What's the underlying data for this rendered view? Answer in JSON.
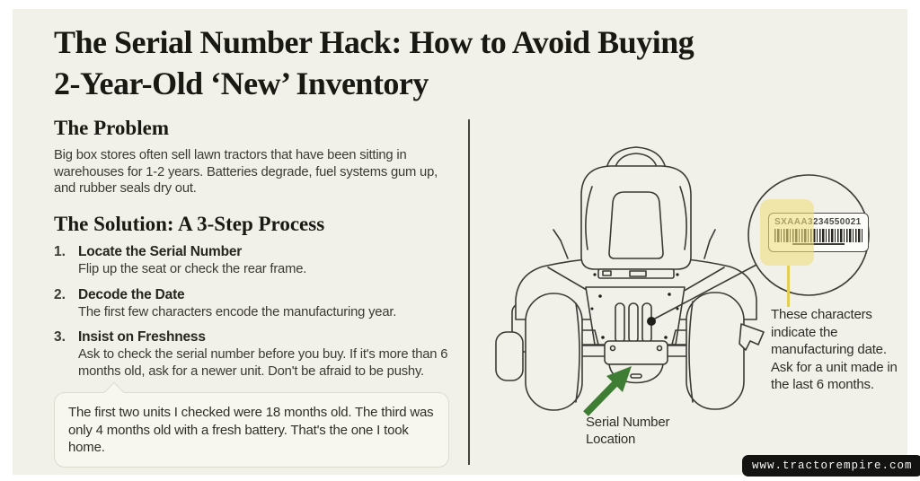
{
  "colors": {
    "card_bg": "#f2f1e9",
    "ink": "#191913",
    "body_ink": "#3a3a33",
    "line_ink": "#3b3b36",
    "highlight": "#efdf7c",
    "arrow_green": "#3e7d33",
    "wm_bg": "#131311"
  },
  "header": {
    "title_line1": "The Serial Number Hack: How to Avoid Buying",
    "title_line2": "2-Year-Old ‘New’ Inventory"
  },
  "problem": {
    "heading": "The Problem",
    "body": "Big box stores often sell lawn tractors that have been sitting in warehouses for 1-2 years. Batteries degrade, fuel systems gum up, and rubber seals dry out."
  },
  "solution": {
    "heading": "The Solution: A 3-Step Process",
    "steps": [
      {
        "num": "1.",
        "title": "Locate the Serial Number",
        "desc": "Flip up the seat or check the rear frame."
      },
      {
        "num": "2.",
        "title": "Decode the Date",
        "desc": "The first few characters encode the manufacturing year."
      },
      {
        "num": "3.",
        "title": "Insist on Freshness",
        "desc": "Ask to check the serial number before you buy. If it's more than 6 months old, ask for a newer unit. Don't be afraid to be pushy."
      }
    ]
  },
  "testimonial": {
    "text": "The first two units I checked were 18 months old. The third was only 4 months old with a fresh battery. That's the one I took home."
  },
  "diagram": {
    "serial_number": "SXAAA3234550021",
    "annotation": "These characters indicate the manufacturing date. Ask for a unit made in the last 6 months.",
    "location_label": "Serial Number Location"
  },
  "footer": {
    "watermark": "www.tractorempire.com"
  }
}
